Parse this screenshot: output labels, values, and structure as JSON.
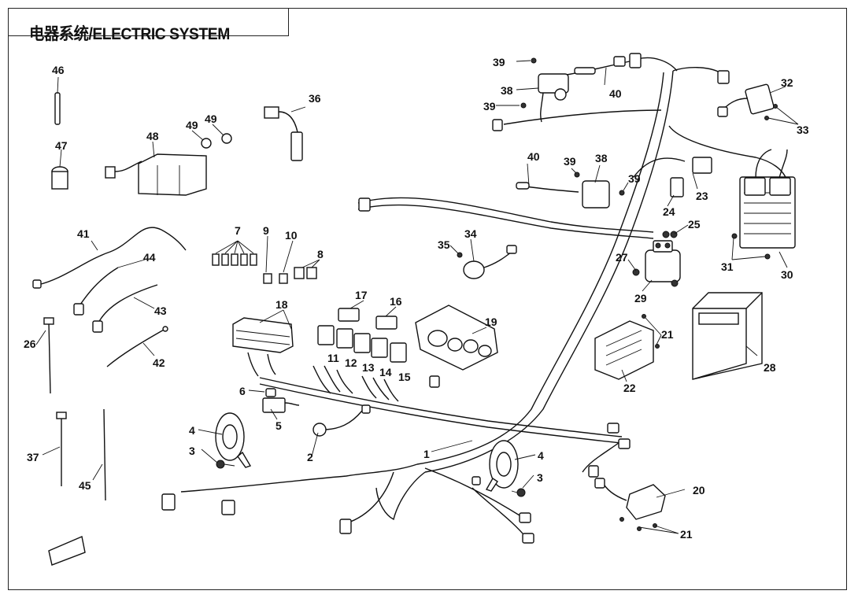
{
  "title": "电器系统/ELECTRIC SYSTEM",
  "callouts": {
    "c1": "1",
    "c2": "2",
    "c3a": "3",
    "c3b": "3",
    "c4a": "4",
    "c4b": "4",
    "c5": "5",
    "c6": "6",
    "c7": "7",
    "c8": "8",
    "c9": "9",
    "c10": "10",
    "c11": "11",
    "c12": "12",
    "c13": "13",
    "c14": "14",
    "c15": "15",
    "c16": "16",
    "c17": "17",
    "c18": "18",
    "c19": "19",
    "c20": "20",
    "c21a": "21",
    "c21b": "21",
    "c22": "22",
    "c23": "23",
    "c24": "24",
    "c25": "25",
    "c26": "26",
    "c27": "27",
    "c28": "28",
    "c29": "29",
    "c30": "30",
    "c31": "31",
    "c32": "32",
    "c33": "33",
    "c34": "34",
    "c35": "35",
    "c36": "36",
    "c37": "37",
    "c38a": "38",
    "c38b": "38",
    "c39a": "39",
    "c39b": "39",
    "c39c": "39",
    "c39d": "39",
    "c40a": "40",
    "c40b": "40",
    "c41": "41",
    "c42": "42",
    "c43": "43",
    "c44": "44",
    "c45": "45",
    "c46": "46",
    "c47": "47",
    "c48": "48",
    "c49a": "49",
    "c49b": "49"
  }
}
